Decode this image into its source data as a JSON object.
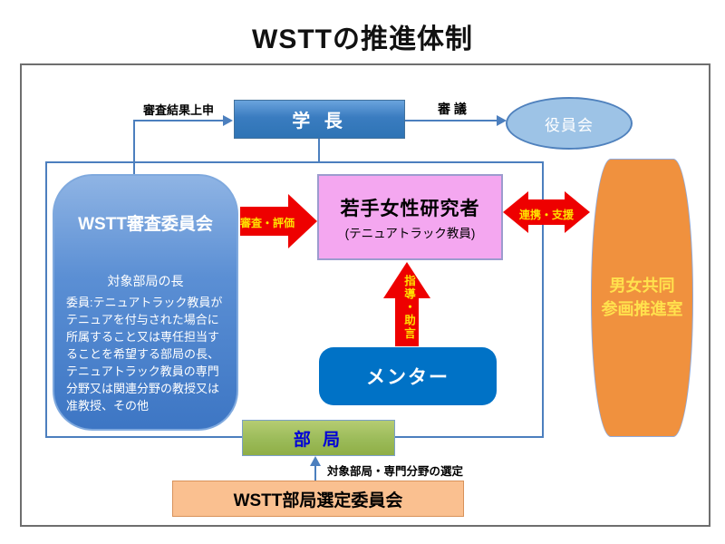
{
  "title": "WSTTの推進体制",
  "diagram": {
    "president": "学 長",
    "board": "役員会",
    "committee_title": "WSTT審査委員会",
    "committee_subtitle": "対象部局の長",
    "committee_body": "委員:テニュアトラック教員がテニュアを付与された場合に所属すること又は専任担当することを希望する部局の長、テニュアトラック教員の専門分野又は関連分野の教授又は准教授、その他",
    "researcher_title": "若手女性研究者",
    "researcher_subtitle": "(テニュアトラック教員)",
    "mentor": "メンター",
    "office_line1": "男女共同",
    "office_line2": "参画推進室",
    "bureau": "部 局",
    "selection_committee": "WSTT部局選定委員会"
  },
  "labels": {
    "report": "審査結果上申",
    "deliberation": "審 議",
    "review": "審査・評価",
    "cooperation": "連携・支援",
    "guidance": "指導・助言",
    "selection": "対象部局・専門分野の選定"
  },
  "colors": {
    "connector_blue": "#4c7fbe",
    "president_blue": "#2e74b5",
    "board_light_blue": "#9dc3e6",
    "committee_blue": "#3d76c4",
    "researcher_pink": "#f4a7f0",
    "mentor_blue": "#0072c6",
    "office_orange": "#f0913e",
    "bureau_green": "#9bbb59",
    "selection_peach": "#fac090",
    "arrow_red": "#ee0000",
    "arrow_label_yellow": "#ffe100"
  }
}
